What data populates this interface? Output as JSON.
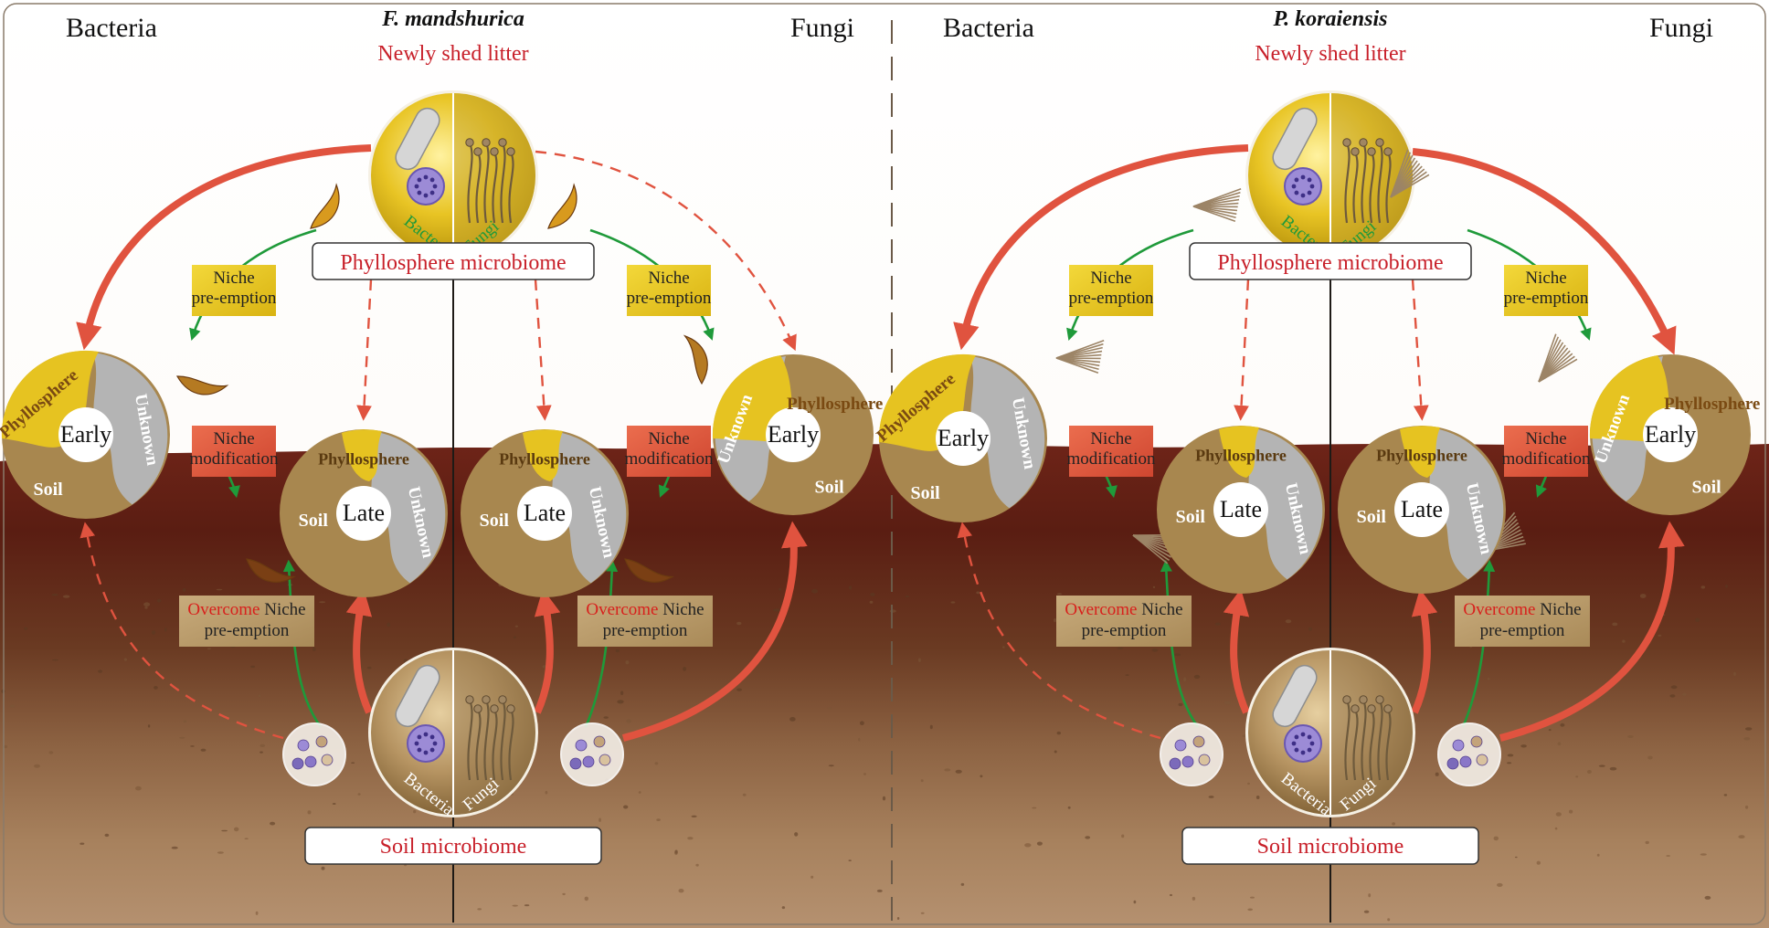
{
  "panels": [
    {
      "species": "F. mandshurica",
      "left_group": "Bacteria",
      "right_group": "Fungi",
      "litter_label": "Newly shed litter",
      "phyllo_label": "Phyllosphere microbiome",
      "soil_label": "Soil microbiome",
      "top_circle": {
        "left": "Bacteria",
        "right": "Fungi"
      },
      "bottom_circle": {
        "left": "Bacteria",
        "right": "Fungi"
      },
      "boxes": {
        "pre_left": [
          "Niche",
          "pre-emption"
        ],
        "pre_right": [
          "Niche",
          "pre-emption"
        ],
        "mod_left": [
          "Niche",
          "modification"
        ],
        "mod_right": [
          "Niche",
          "modification"
        ],
        "over_left": [
          "Overcome",
          " Niche",
          "pre-emption"
        ],
        "over_right": [
          "Overcome",
          " Niche",
          "pre-emption"
        ]
      },
      "rings": [
        {
          "center": "Early",
          "labels": [
            "Phyllosphere",
            "Unknown",
            "Soil"
          ]
        },
        {
          "center": "Late",
          "labels": [
            "Phyllosphere",
            "Unknown",
            "Soil"
          ]
        },
        {
          "center": "Late",
          "labels": [
            "Phyllosphere",
            "Unknown",
            "Soil"
          ]
        },
        {
          "center": "Early",
          "labels": [
            "Phyllosphere",
            "Unknown",
            "Soil"
          ]
        }
      ]
    },
    {
      "species": "P. koraiensis",
      "left_group": "Bacteria",
      "right_group": "Fungi",
      "litter_label": "Newly shed litter",
      "phyllo_label": "Phyllosphere microbiome",
      "soil_label": "Soil microbiome",
      "top_circle": {
        "left": "Bacteria",
        "right": "Fungi"
      },
      "bottom_circle": {
        "left": "Bacteria",
        "right": "Fungi"
      },
      "boxes": {
        "pre_left": [
          "Niche",
          "pre-emption"
        ],
        "pre_right": [
          "Niche",
          "pre-emption"
        ],
        "mod_left": [
          "Niche",
          "modification"
        ],
        "mod_right": [
          "Niche",
          "modification"
        ],
        "over_left": [
          "Overcome",
          " Niche",
          "pre-emption"
        ],
        "over_right": [
          "Overcome",
          " Niche",
          "pre-emption"
        ]
      },
      "rings": [
        {
          "center": "Early",
          "labels": [
            "Phyllosphere",
            "Unknown",
            "Soil"
          ]
        },
        {
          "center": "Late",
          "labels": [
            "Phyllosphere",
            "Unknown",
            "Soil"
          ]
        },
        {
          "center": "Late",
          "labels": [
            "Phyllosphere",
            "Unknown",
            "Soil"
          ]
        },
        {
          "center": "Early",
          "labels": [
            "Phyllosphere",
            "Unknown",
            "Soil"
          ]
        }
      ]
    }
  ],
  "colors": {
    "arrow_red": "#e0533f",
    "arrow_green": "#1f9a3a",
    "label_red": "#c8202a",
    "yellow": "#e6c321",
    "soil_tan": "#a8874f",
    "unknown_grey": "#b4b4b4"
  }
}
